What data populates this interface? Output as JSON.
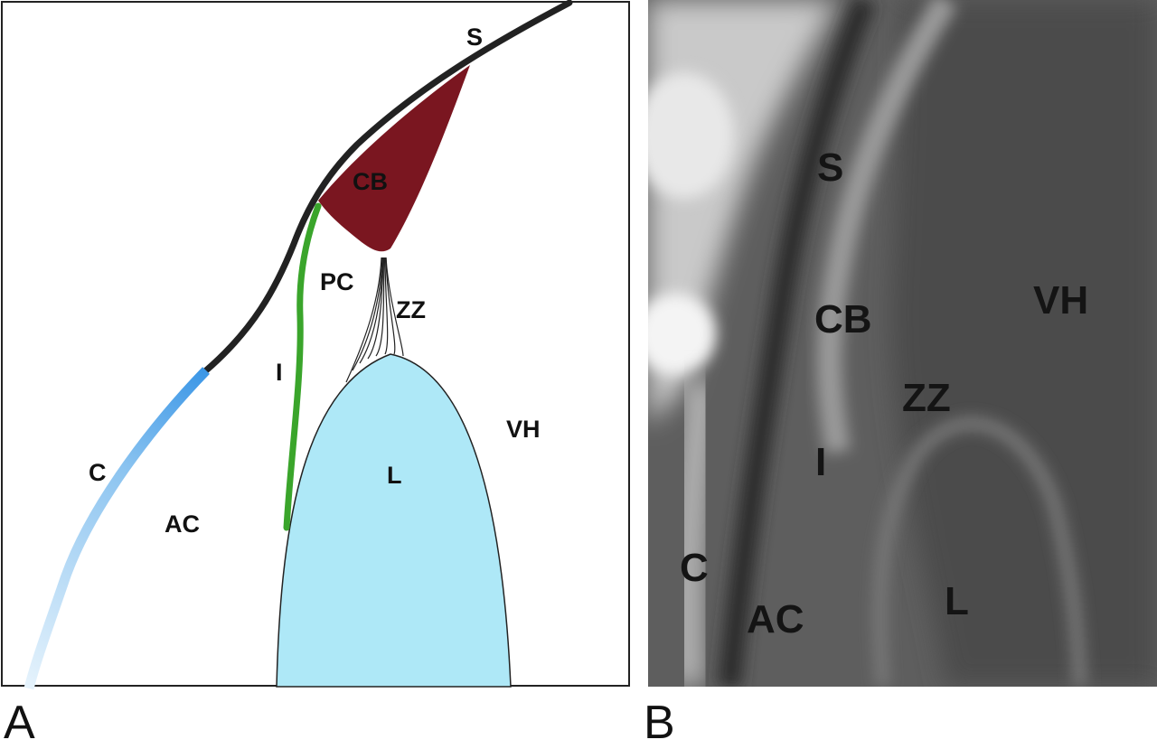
{
  "panels": {
    "a": {
      "letter": "A",
      "labels": {
        "S": "S",
        "CB": "CB",
        "PC": "PC",
        "ZZ": "ZZ",
        "I": "I",
        "VH": "VH",
        "L": "L",
        "C": "C",
        "AC": "AC"
      }
    },
    "b": {
      "letter": "B",
      "labels": {
        "S": "S",
        "CB": "CB",
        "VH": "VH",
        "ZZ": "ZZ",
        "I": "I",
        "C": "C",
        "AC": "AC",
        "L": "L"
      }
    }
  },
  "colors": {
    "ciliary_body": "#7a1620",
    "lens": "#aee8f7",
    "iris": "#3aa52b",
    "sclera": "#222222",
    "cornea": "#3b96e6",
    "mri_background": "#5e5e5e"
  }
}
